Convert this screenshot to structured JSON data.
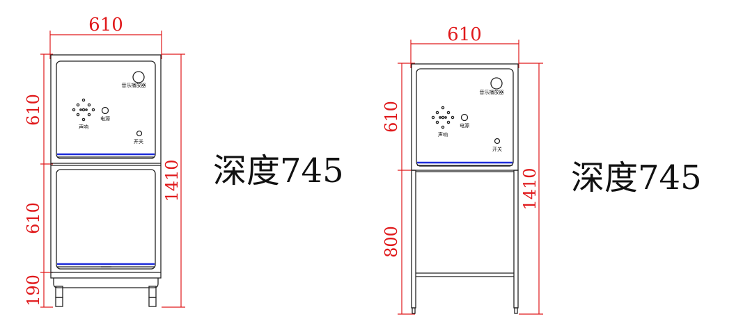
{
  "drawings": [
    {
      "name": "cabinet-two-door",
      "width_label": "610",
      "upper_height_label": "610",
      "lower_height_label": "610",
      "leg_height_label": "190",
      "total_height_label": "1410",
      "depth_label": "深度745",
      "panel_labels": {
        "top_button": "音乐播放器",
        "speaker": "声响",
        "power": "电源",
        "indicator": "开关"
      }
    },
    {
      "name": "cabinet-stand",
      "width_label": "610",
      "upper_height_label": "610",
      "stand_height_label": "800",
      "total_height_label": "1410",
      "depth_label": "深度745",
      "panel_labels": {
        "top_button": "音乐播放器",
        "speaker": "声响",
        "power": "电源",
        "indicator": "开关"
      }
    }
  ]
}
